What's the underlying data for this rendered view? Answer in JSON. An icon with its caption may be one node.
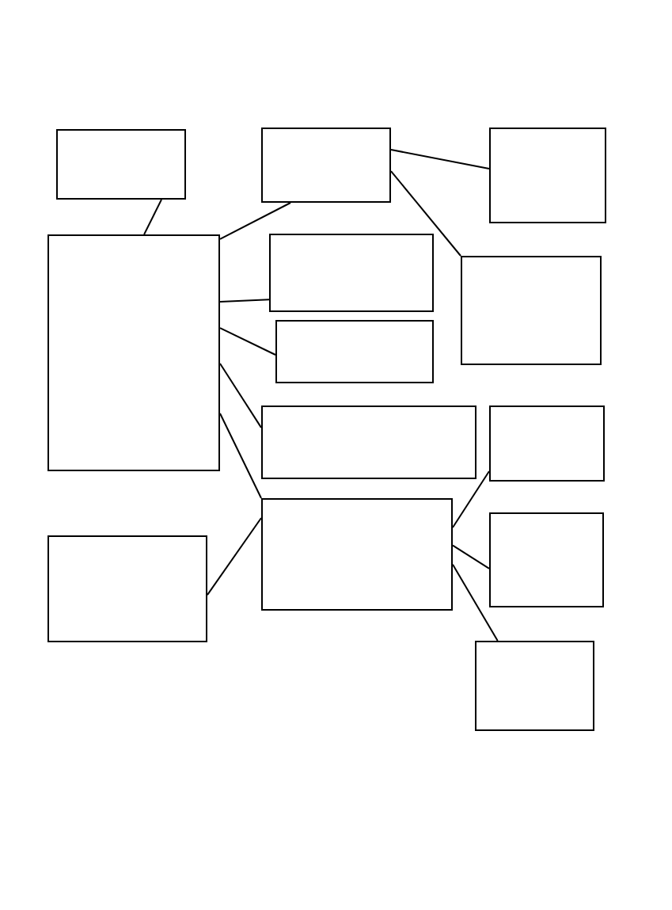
{
  "diagram": {
    "nodes": [
      {
        "text": [],
        "shape": "box"
      },
      {
        "text": [],
        "shape": "box"
      },
      {
        "text": [],
        "shape": "box"
      },
      {
        "text": [],
        "shape": "box"
      },
      {
        "text": [],
        "shape": "box"
      },
      {
        "text": [],
        "shape": "box"
      },
      {
        "text": [],
        "shape": "box"
      },
      {
        "text": [],
        "shape": "box"
      },
      {
        "text": [],
        "shape": "box"
      },
      {
        "text": [],
        "shape": "box"
      },
      {
        "text": [],
        "shape": "box"
      },
      {
        "text": [],
        "shape": "box"
      },
      {
        "text": [],
        "shape": "box"
      }
    ],
    "edges": [
      {
        "from": 0,
        "to": 3,
        "arrow": "none"
      },
      {
        "from": 3,
        "to": 1,
        "arrow": "none"
      },
      {
        "from": 1,
        "to": 2,
        "arrow": "none"
      },
      {
        "from": 1,
        "to": 5,
        "arrow": "none"
      },
      {
        "from": 3,
        "to": 4,
        "arrow": "none"
      },
      {
        "from": 3,
        "to": 6,
        "arrow": "none"
      },
      {
        "from": 3,
        "to": 7,
        "arrow": "none"
      },
      {
        "from": 3,
        "to": 10,
        "arrow": "none"
      },
      {
        "from": 9,
        "to": 10,
        "arrow": "none"
      },
      {
        "from": 10,
        "to": 8,
        "arrow": "none"
      },
      {
        "from": 10,
        "to": 11,
        "arrow": "none"
      },
      {
        "from": 10,
        "to": 12,
        "arrow": "none"
      }
    ]
  }
}
